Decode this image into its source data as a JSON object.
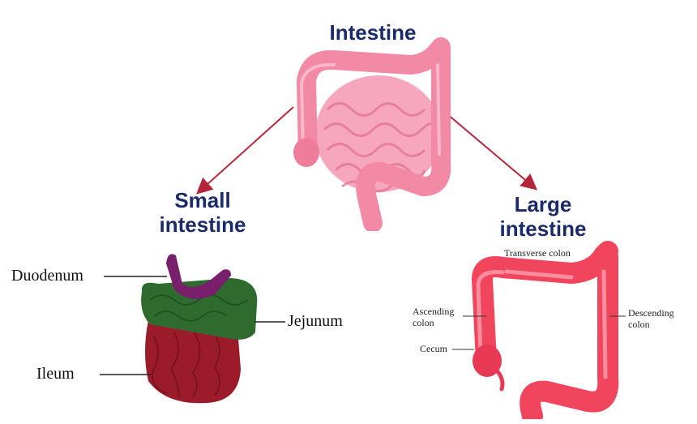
{
  "top": {
    "title": "Intestine"
  },
  "small": {
    "title_line1": "Small",
    "title_line2": "intestine",
    "labels": {
      "duodenum": "Duodenum",
      "jejunum": "Jejunum",
      "ileum": "Ileum"
    },
    "colors": {
      "duodenum": "#7a1f6b",
      "jejunum": "#2f6b2e",
      "ileum": "#9b1b2a"
    }
  },
  "large": {
    "title_line1": "Large",
    "title_line2": "intestine",
    "labels": {
      "transverse": "Transverse colon",
      "ascending_1": "Ascending",
      "ascending_2": "colon",
      "descending_1": "Descending",
      "descending_2": "colon",
      "cecum": "Cecum"
    }
  },
  "colors": {
    "title": "#1b2a6b",
    "arrow": "#b3263a",
    "pink": "#f28aa6",
    "red": "#f0455c"
  }
}
